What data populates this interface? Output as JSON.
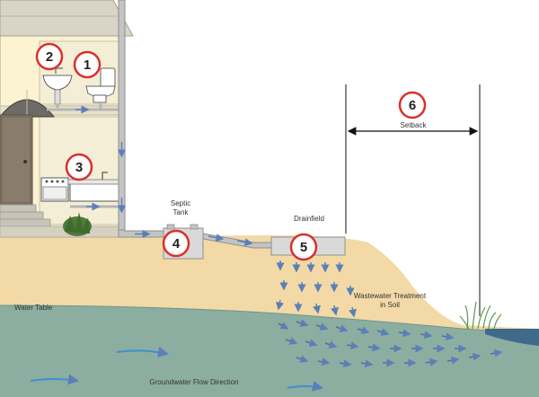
{
  "labels": {
    "septic": [
      "Septic",
      "Tank"
    ],
    "drainfield": "Drainfield",
    "setback": "Setback",
    "water_table": "Water Table",
    "treatment": [
      "Wastewater Treatment",
      "in Soil"
    ],
    "groundwater": "Groundwater Flow Direction"
  },
  "markers": [
    {
      "n": "1",
      "meaning": "toilet"
    },
    {
      "n": "2",
      "meaning": "bathroom sink"
    },
    {
      "n": "3",
      "meaning": "kitchen sink"
    },
    {
      "n": "4",
      "meaning": "septic tank"
    },
    {
      "n": "5",
      "meaning": "drainfield"
    },
    {
      "n": "6",
      "meaning": "setback"
    }
  ],
  "colors": {
    "marker_ring": "#d9302b",
    "soil": "#f2d9a6",
    "groundwater": "#7fa9a0",
    "pipe": "#b5b5b5",
    "flow_arrow": "#5b7fb8",
    "house_wall": "#fbf3d2"
  }
}
